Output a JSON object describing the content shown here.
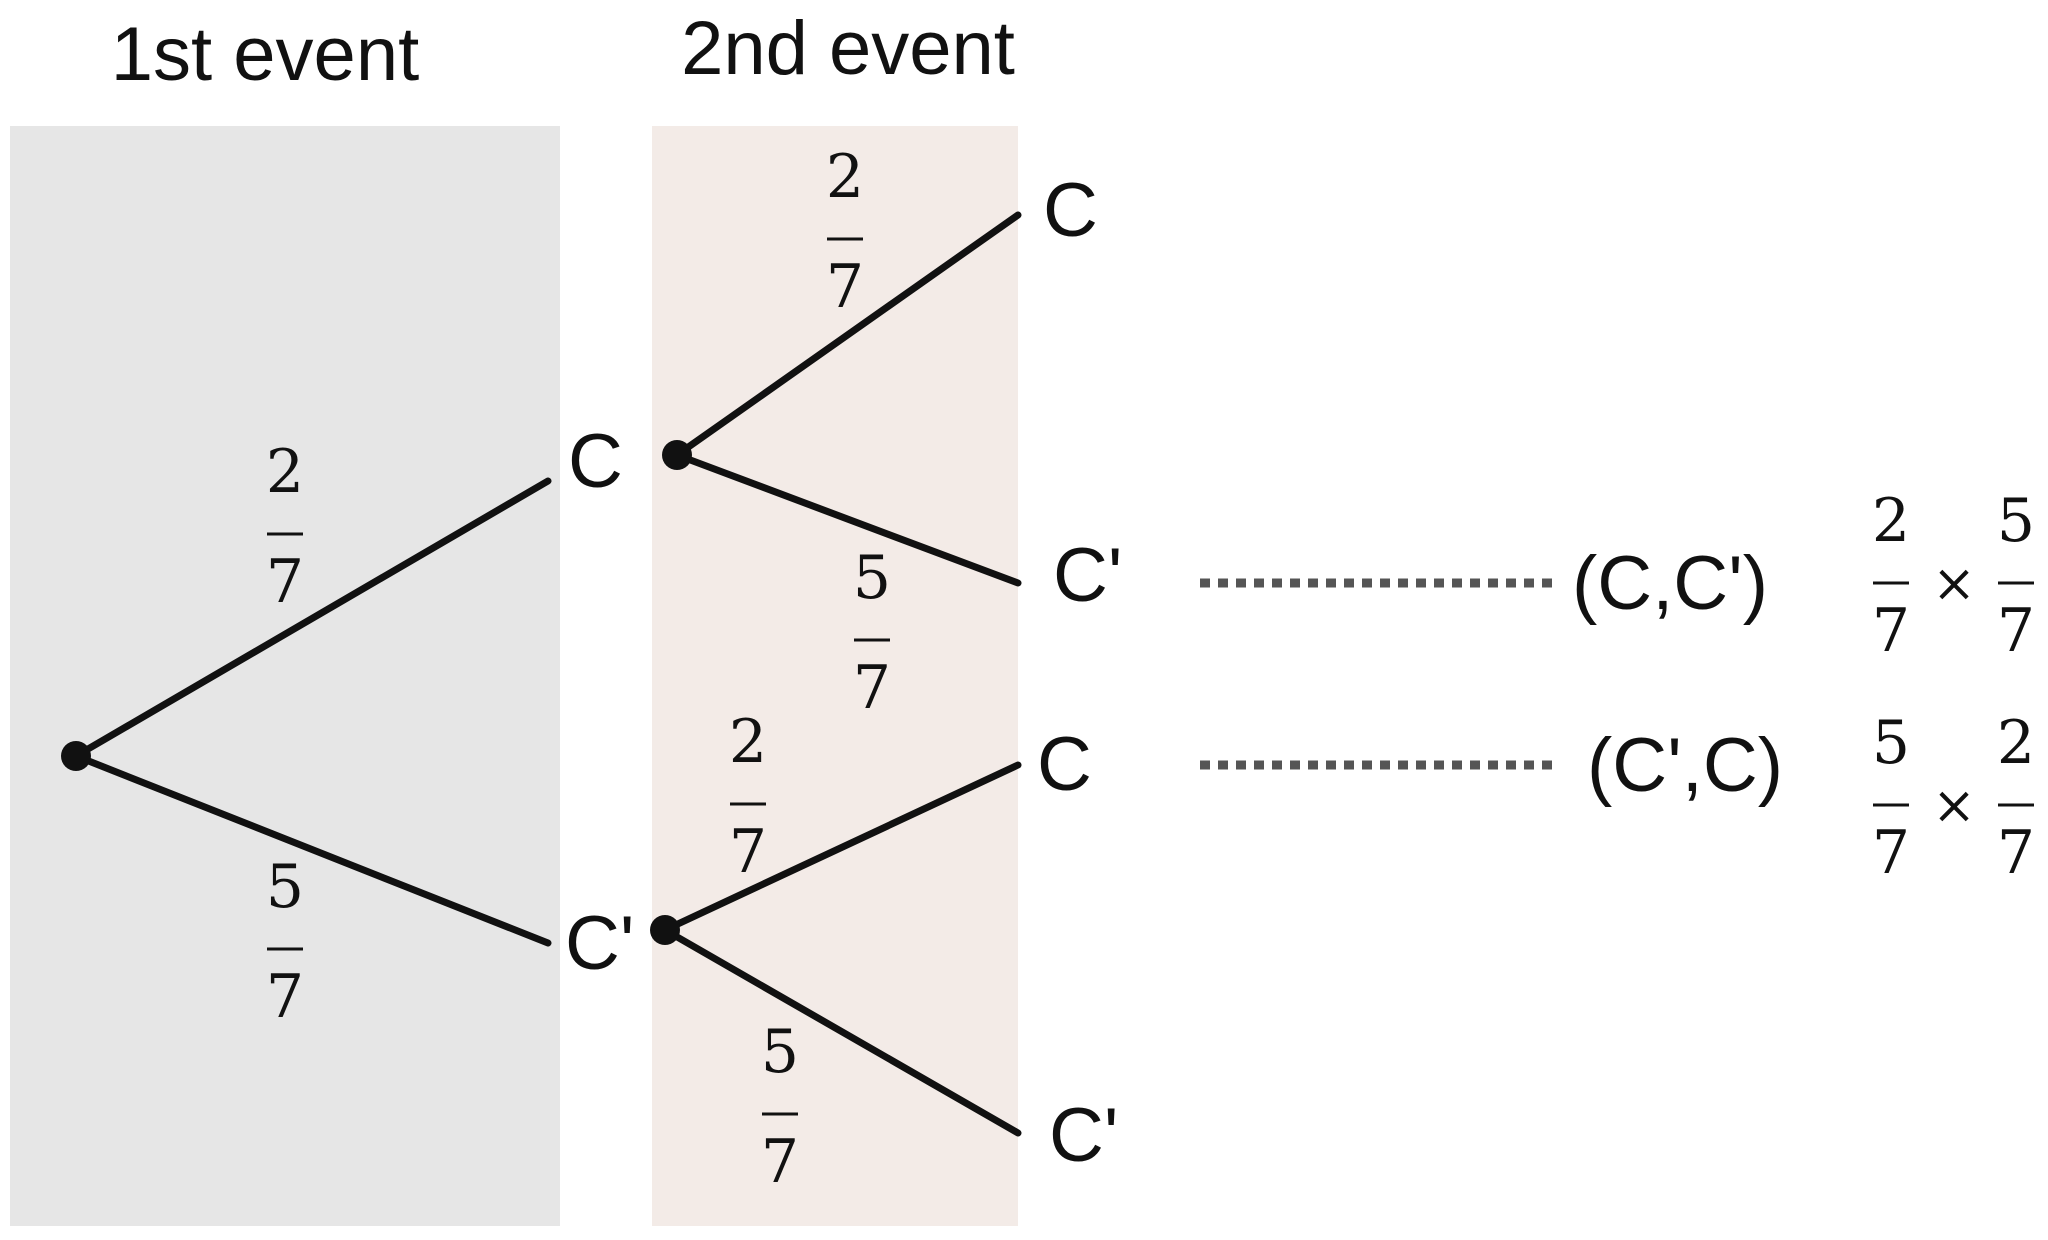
{
  "headings": {
    "first_event": "1st event",
    "second_event": "2nd event"
  },
  "colors": {
    "first_panel": "#e6e6e6",
    "second_panel": "#f3ebe7",
    "ink": "#111111",
    "dotted_line": "#555555"
  },
  "level1": {
    "upper_label": "C",
    "lower_label": "C'",
    "upper_prob": {
      "num": "2",
      "den": "7"
    },
    "lower_prob": {
      "num": "5",
      "den": "7"
    }
  },
  "level2_upper": {
    "upper_label": "C",
    "lower_label": "C'",
    "upper_prob": {
      "num": "2",
      "den": "7"
    },
    "lower_prob": {
      "num": "5",
      "den": "7"
    }
  },
  "level2_lower": {
    "upper_label": "C",
    "lower_label": "C'",
    "upper_prob": {
      "num": "2",
      "den": "7"
    },
    "lower_prob": {
      "num": "5",
      "den": "7"
    }
  },
  "outcomes": [
    {
      "text": "(C,C')",
      "a": {
        "num": "2",
        "den": "7"
      },
      "op": "×",
      "b": {
        "num": "5",
        "den": "7"
      }
    },
    {
      "text": "(C',C)",
      "a": {
        "num": "5",
        "den": "7"
      },
      "op": "×",
      "b": {
        "num": "2",
        "den": "7"
      }
    }
  ]
}
